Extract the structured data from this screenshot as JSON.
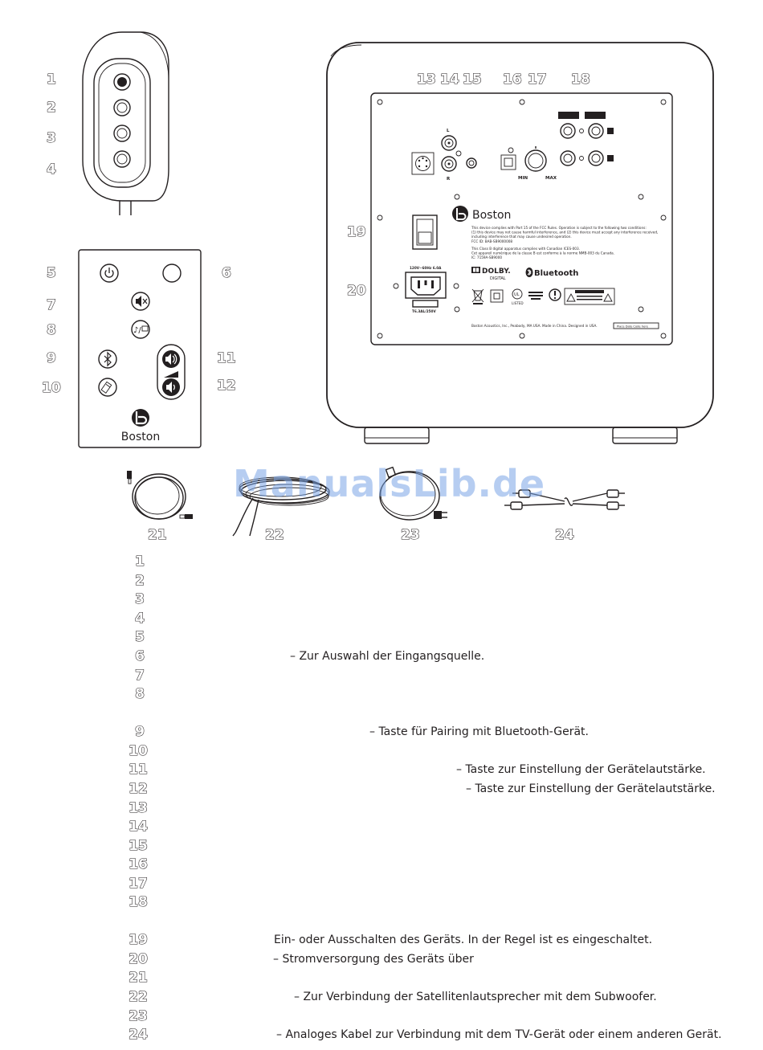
{
  "watermark": "ManualsLib.de",
  "callouts": {
    "n1": "1",
    "n2": "2",
    "n3": "3",
    "n4": "4",
    "n5": "5",
    "n6": "6",
    "n7": "7",
    "n8": "8",
    "n9": "9",
    "n10": "10",
    "n11": "11",
    "n12": "12",
    "n13": "13",
    "n14": "14",
    "n15": "15",
    "n16": "16",
    "n17": "17",
    "n18": "18",
    "n19": "19",
    "n20": "20",
    "n21": "21",
    "n22": "22",
    "n23": "23",
    "n24": "24"
  },
  "remote": {
    "brand": "Boston"
  },
  "panel": {
    "brand": "Boston",
    "fcc_lines": [
      "This device complies with Part 15 of the FCC Rules. Operation is subject to the following two conditions:",
      "(1) this device may not cause harmful interference, and (2) this device must accept any interference received,",
      "including interference that may cause undesired operation.",
      "FCC ID: BAB-SB9000008"
    ],
    "ic_lines": [
      "This Class B digital apparatus complies with Canadian ICES-003.",
      "Cet appareil numérique de la classe B est conforme à la norme NMB-003 du Canada.",
      "IC: 7159A-SB9000"
    ],
    "dolby": "DOLBY.",
    "dolby_digital": "DIGITAL",
    "bluetooth": "Bluetooth",
    "input_l": "L",
    "input_r": "R",
    "knob_min": "MIN",
    "knob_max": "MAX",
    "power_rating": "120V~60Hz 6.0A",
    "fuse": "T6.3AL/250V",
    "listed": "LISTED",
    "made_in": "Boston Acoustics, Inc., Peabody, MA USA.   Made in China.   Designed in USA.",
    "serial": "Place Date Code here"
  },
  "legend": [
    {
      "num": "1",
      "text": ""
    },
    {
      "num": "2",
      "text": ""
    },
    {
      "num": "3",
      "text": ""
    },
    {
      "num": "4",
      "text": ""
    },
    {
      "num": "5",
      "text": ""
    },
    {
      "num": "6",
      "text": "– Zur Auswahl der Eingangsquelle."
    },
    {
      "num": "7",
      "text": ""
    },
    {
      "num": "8",
      "text": ""
    },
    {
      "num": "9",
      "text": "– Taste für Pairing mit Bluetooth-Gerät."
    },
    {
      "num": "10",
      "text": ""
    },
    {
      "num": "11",
      "text": "– Taste zur Einstellung der Gerätelautstärke."
    },
    {
      "num": "12",
      "text": "– Taste zur Einstellung der Gerätelautstärke."
    },
    {
      "num": "13",
      "text": ""
    },
    {
      "num": "14",
      "text": ""
    },
    {
      "num": "15",
      "text": ""
    },
    {
      "num": "16",
      "text": ""
    },
    {
      "num": "17",
      "text": ""
    },
    {
      "num": "18",
      "text": ""
    },
    {
      "num": "19",
      "text": "Ein- oder Ausschalten des Geräts. In der Regel ist es eingeschaltet."
    },
    {
      "num": "20",
      "text": "– Stromversorgung des Geräts über"
    },
    {
      "num": "21",
      "text": ""
    },
    {
      "num": "22",
      "text": "– Zur Verbindung der Satellitenlautsprecher mit dem Subwoofer."
    },
    {
      "num": "23",
      "text": ""
    },
    {
      "num": "24",
      "text": "– Analoges Kabel zur Verbindung mit dem TV-Gerät oder einem anderen Gerät."
    }
  ]
}
